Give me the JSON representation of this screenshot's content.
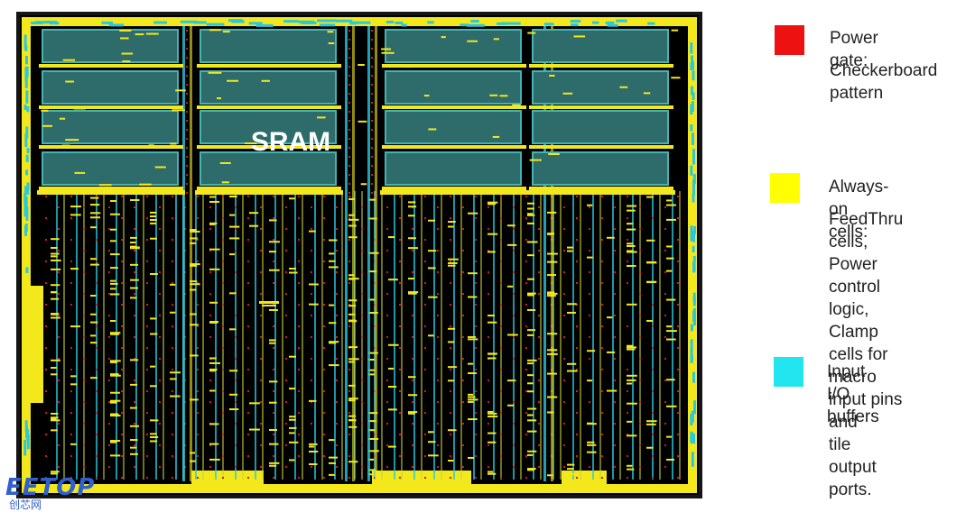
{
  "diagram": {
    "sram_label": "SRAM",
    "colors": {
      "die_background": "#000000",
      "sram_block": "#2e6b6b",
      "sram_block_edge": "#45b3b3",
      "always_on": "#f3e81c",
      "power_gate": "#d41a1a",
      "input_buffer": "#29c8e0"
    }
  },
  "legend": [
    {
      "color": "#ee1111",
      "title": "Power gate:",
      "description": "Checkerboard\npattern"
    },
    {
      "color": "#ffff00",
      "title": "Always-on cells:",
      "description": "FeedThru cells,\nPower control\nlogic, Clamp\ncells for macro\ninput pins and\ntile output ports."
    },
    {
      "color": "#22e5f0",
      "title": "Input I/O buffers",
      "description": ""
    }
  ],
  "watermark": {
    "logo": "EETOP",
    "subtitle": "创芯网"
  }
}
